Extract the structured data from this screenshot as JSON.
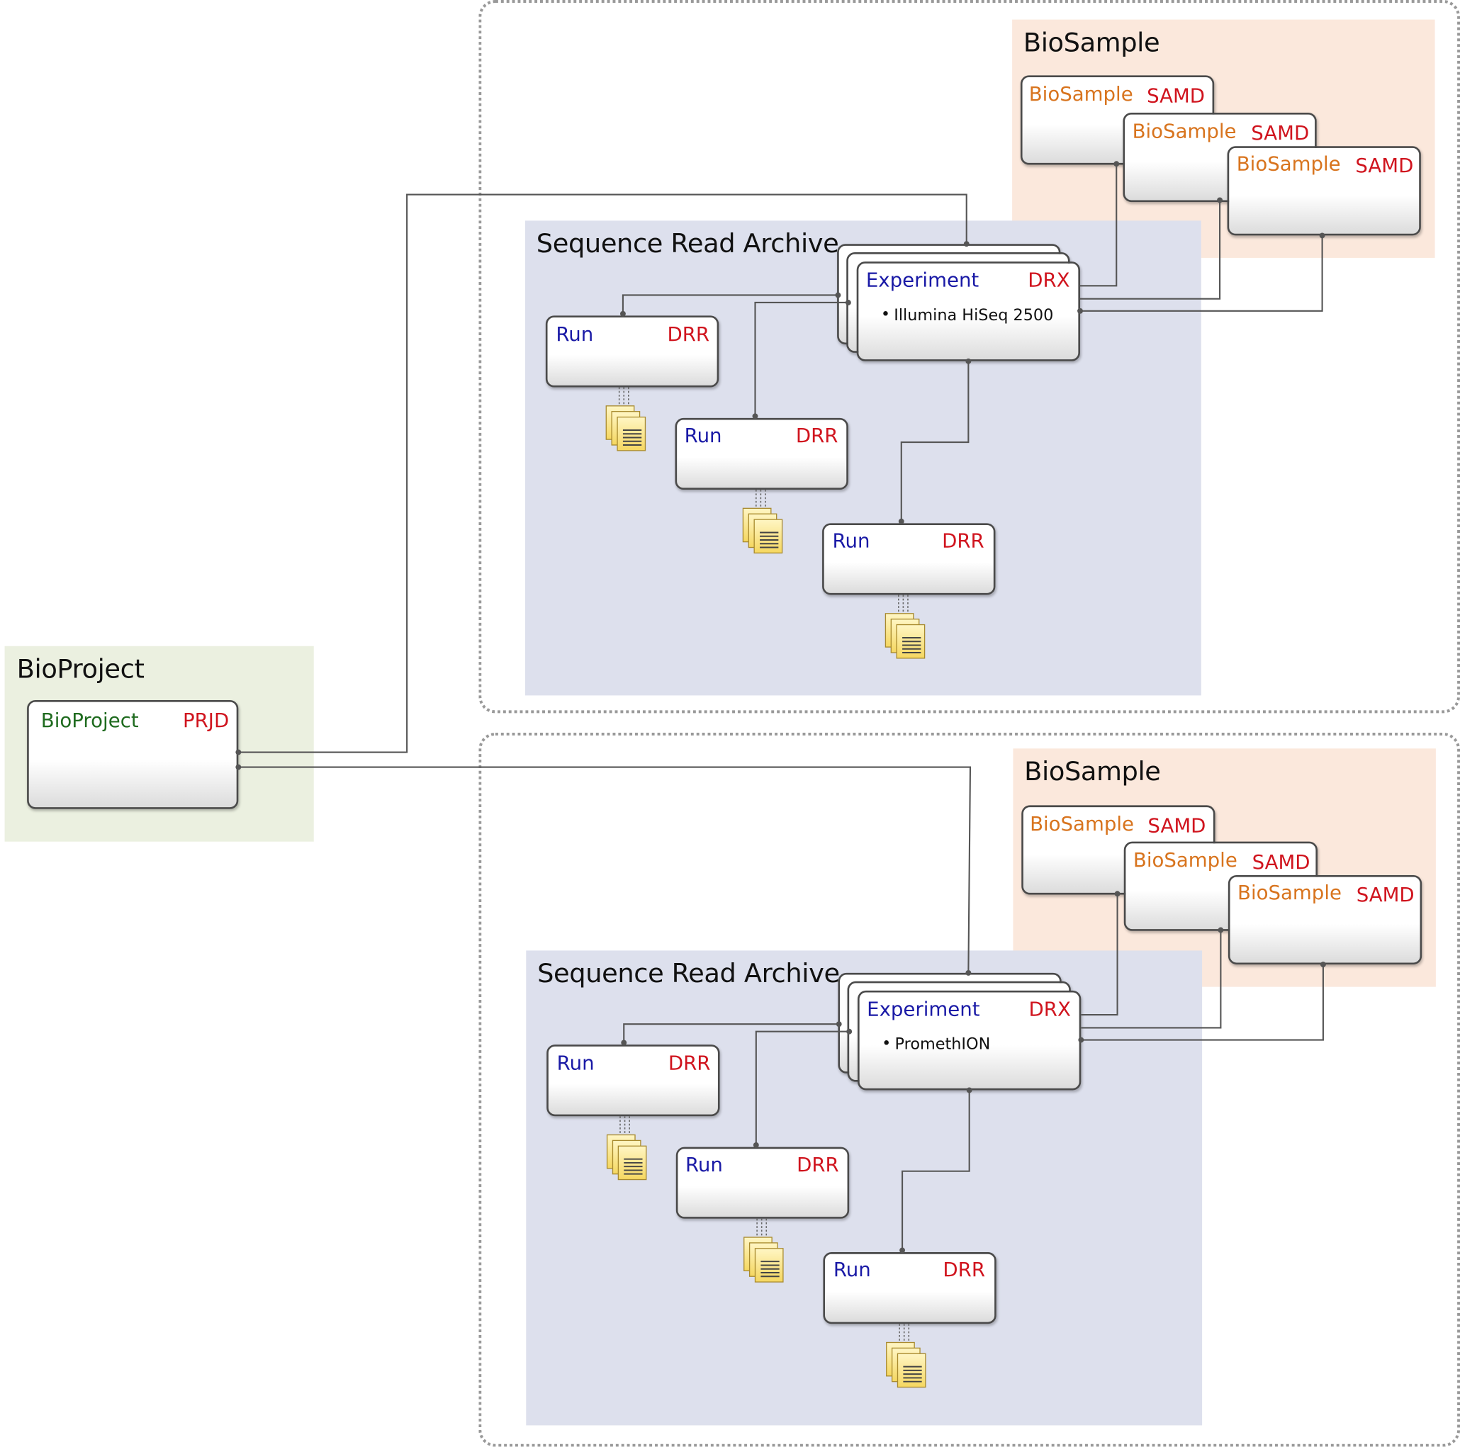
{
  "bioproject": {
    "zone_title": "BioProject",
    "node": {
      "name": "BioProject",
      "accession": "PRJD"
    }
  },
  "submissions": [
    {
      "biosample": {
        "zone_title": "BioSample",
        "samples": [
          {
            "name": "BioSample",
            "accession": "SAMD"
          },
          {
            "name": "BioSample",
            "accession": "SAMD"
          },
          {
            "name": "BioSample",
            "accession": "SAMD"
          }
        ]
      },
      "sra": {
        "zone_title": "Sequence Read Archive",
        "experiment": {
          "name": "Experiment",
          "accession": "DRX",
          "platform": "Illumina HiSeq 2500"
        },
        "runs": [
          {
            "name": "Run",
            "accession": "DRR"
          },
          {
            "name": "Run",
            "accession": "DRR"
          },
          {
            "name": "Run",
            "accession": "DRR"
          }
        ]
      }
    },
    {
      "biosample": {
        "zone_title": "BioSample",
        "samples": [
          {
            "name": "BioSample",
            "accession": "SAMD"
          },
          {
            "name": "BioSample",
            "accession": "SAMD"
          },
          {
            "name": "BioSample",
            "accession": "SAMD"
          }
        ]
      },
      "sra": {
        "zone_title": "Sequence Read Archive",
        "experiment": {
          "name": "Experiment",
          "accession": "DRX",
          "platform": "PromethION"
        },
        "runs": [
          {
            "name": "Run",
            "accession": "DRR"
          },
          {
            "name": "Run",
            "accession": "DRR"
          },
          {
            "name": "Run",
            "accession": "DRR"
          }
        ]
      }
    }
  ],
  "colors": {
    "bioproject_zone": "#ebf0e0",
    "biosample_zone": "#fbe8dc",
    "sra_zone": "#dde0ed",
    "object_name_blue": "#1a1aa6",
    "accession_red": "#d0141e",
    "biosample_orange": "#d8741e",
    "bioproject_green": "#1f6b1f"
  },
  "icons": {
    "run_files": "stacked-files-icon"
  }
}
